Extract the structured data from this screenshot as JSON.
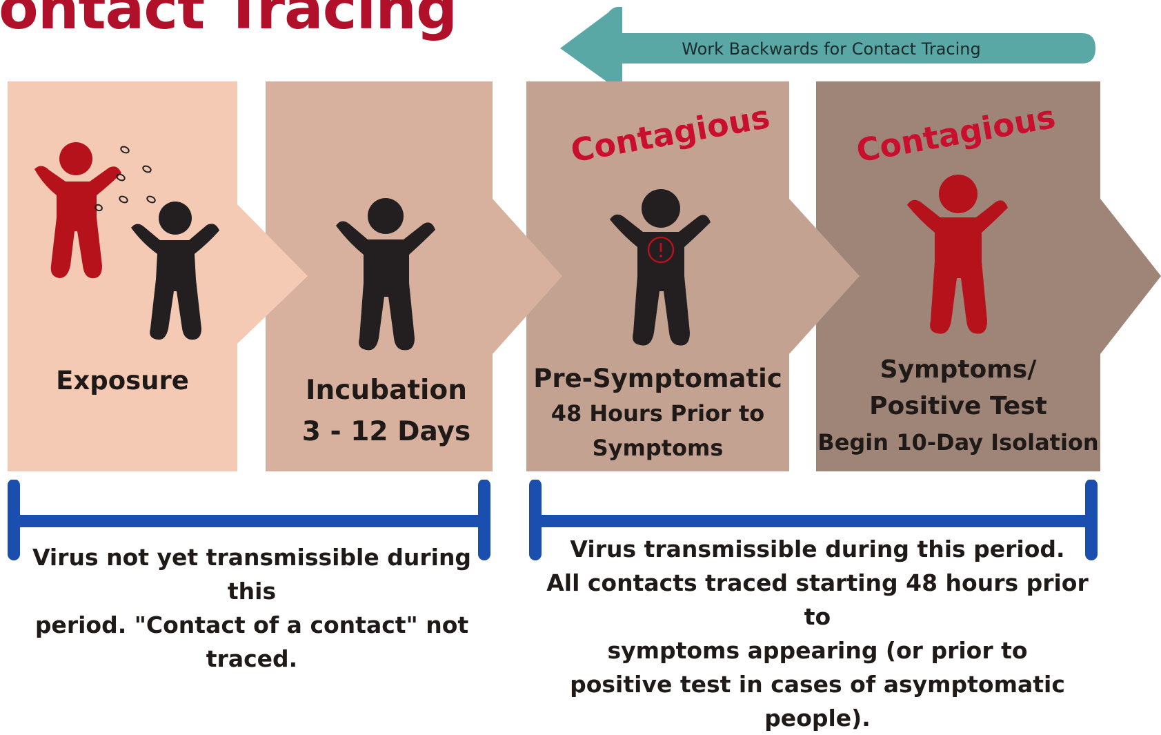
{
  "title": "ontact Tracing",
  "back_arrow": {
    "label": "Work Backwards for Contact Tracing",
    "color": "#5aa8a6"
  },
  "stages": [
    {
      "label": "Exposure",
      "sub": "",
      "color": "#f4cab5"
    },
    {
      "label": "Incubation",
      "sub": "3 - 12 Days",
      "color": "#d7b09e"
    },
    {
      "label": "Pre-Symptomatic",
      "sub": "48 Hours Prior to Symptoms",
      "sub_line1": "48 Hours Prior to",
      "sub_line2": "Symptoms",
      "badge": "Contagious",
      "color": "#c4a292"
    },
    {
      "label": "Symptoms/ Positive Test",
      "label_line1": "Symptoms/",
      "label_line2": "Positive Test",
      "sub": "Begin 10-Day Isolation",
      "badge": "Contagious",
      "color": "#9e8577"
    }
  ],
  "captions": {
    "left": {
      "line1": "Virus not yet transmissible during this",
      "line2": "period. \"Contact of a contact\" not",
      "line3": "traced."
    },
    "right": {
      "line1": "Virus transmissible during this period.",
      "line2": "All contacts traced starting 48 hours prior to",
      "line3": "symptoms appearing (or prior to",
      "line4": "positive test in cases of asymptomatic people)."
    }
  },
  "colors": {
    "title": "#b0102a",
    "figure_red": "#b5121b",
    "figure_dark": "#231f20",
    "bracket_blue": "#1a4fb0"
  }
}
